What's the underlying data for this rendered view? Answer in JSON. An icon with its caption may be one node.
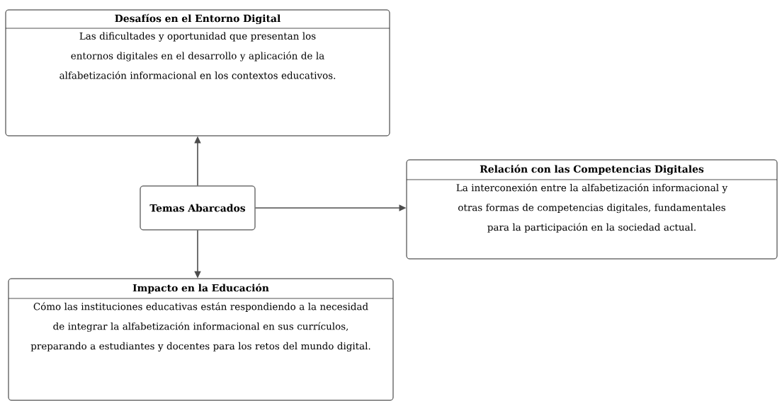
{
  "diagram": {
    "nodes": [
      {
        "text": [
          "Desafíos en el Entorno Digital",
          "Las dificultades y oportunidad que presentan los entornos digitales en el desarrollo y aplicación de la alfabetización informacional en los contextos educativos."
        ]
      },
      {
        "text": [
          "Temas Abarcados"
        ]
      },
      {
        "text": [
          "Relación con las Competencias Digitales",
          "La interconexión entre la alfabetización informacional y otras formas de competencias digitales, fundamentales para la participación en la sociedad actual."
        ]
      },
      {
        "text": [
          "Impacto en la Educación",
          "Cómo las instituciones educativas están respondiendo a la necesidad de integrar  la alfabetización informacional en sus currículos, preparando a estudiantes y docentes para los retos del mundo digital."
        ]
      }
    ],
    "edges": [
      {
        "from": 1,
        "to": 0,
        "arrow": "to"
      },
      {
        "from": 1,
        "to": 2,
        "arrow": "to"
      },
      {
        "from": 1,
        "to": 3,
        "arrow": "to"
      }
    ]
  }
}
